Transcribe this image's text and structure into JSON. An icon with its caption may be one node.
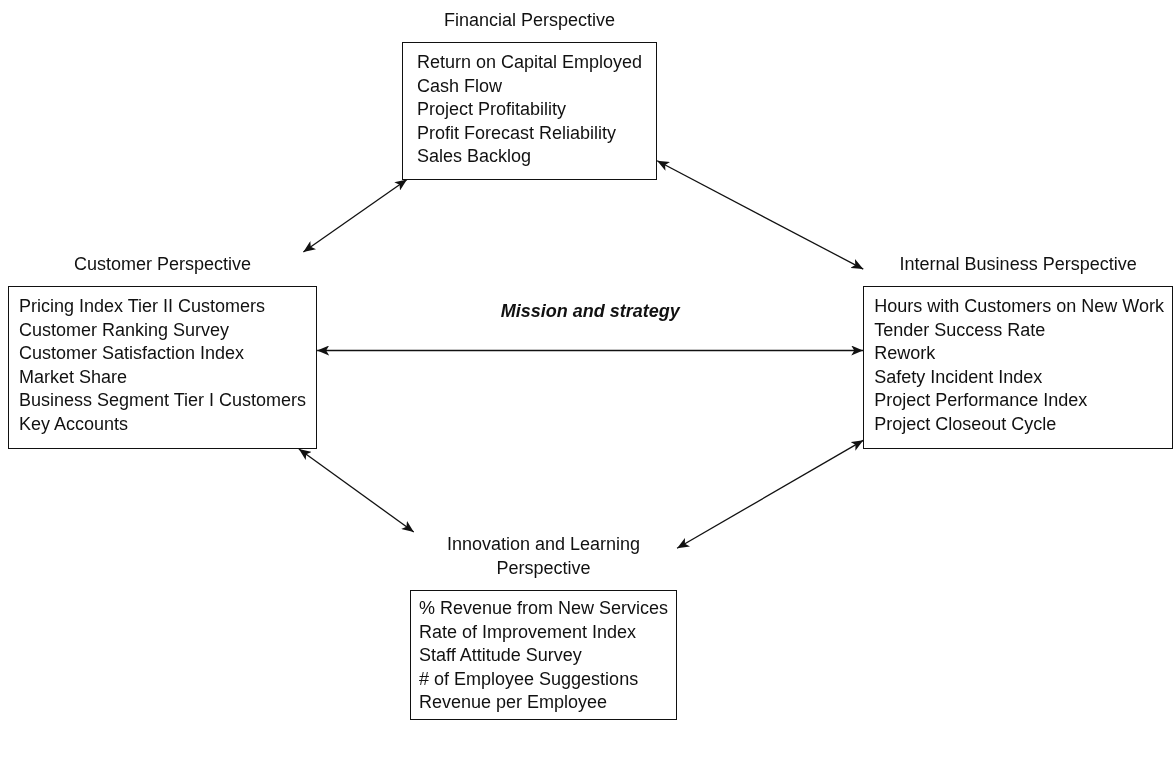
{
  "diagram": {
    "nodes": [
      {
        "text": [
          "Financial Perspective",
          "Return on Capital Employed",
          "Cash Flow",
          "Project Profitability",
          "Profit Forecast Reliability",
          "Sales Backlog"
        ]
      },
      {
        "text": [
          "Customer Perspective",
          "Pricing Index Tier II Customers",
          "Customer Ranking Survey",
          "Customer Satisfaction Index",
          "Market Share",
          "Business Segment Tier I Customers",
          "Key Accounts"
        ]
      },
      {
        "text": [
          "Internal Business Perspective",
          "Hours with Customers on New Work",
          "Tender Success Rate",
          "Rework",
          "Safety Incident Index",
          "Project Performance Index",
          "Project Closeout Cycle"
        ]
      },
      {
        "text": [
          "Innovation and Learning Perspective",
          "% Revenue from New Services",
          "Rate of Improvement Index",
          "Staff Attitude Survey",
          "# of Employee Suggestions",
          "Revenue per Employee"
        ]
      }
    ],
    "edges": [
      {
        "from": 1,
        "to": 0,
        "arrow": "both"
      },
      {
        "from": 0,
        "to": 2,
        "arrow": "both"
      },
      {
        "from": 1,
        "to": 2,
        "arrow": "both",
        "label": "Mission and strategy"
      },
      {
        "from": 1,
        "to": 3,
        "arrow": "both"
      },
      {
        "from": 2,
        "to": 3,
        "arrow": "both"
      }
    ]
  }
}
